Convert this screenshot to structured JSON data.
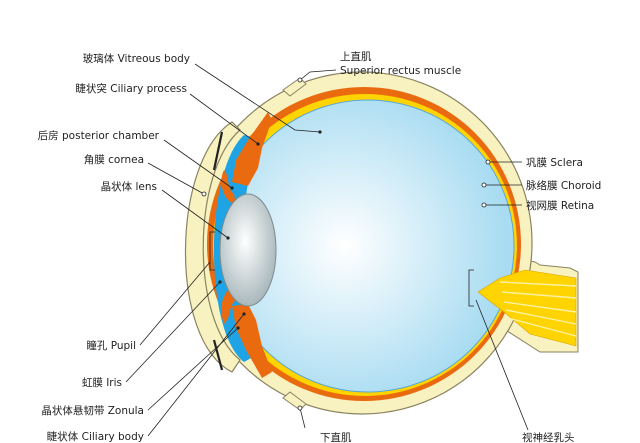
{
  "colors": {
    "sclera": "#f8f1c0",
    "sclera_outline": "#8a8360",
    "choroid": "#ea6a10",
    "retina": "#ffd400",
    "vitreous_center": "#ffffff",
    "vitreous_edge": "#a9dcf2",
    "lens_light": "#ffffff",
    "lens_dark": "#9fb0b4",
    "iris": "#ea6a10",
    "nerve": "#ffd400",
    "aqueous": "#1ea4e4"
  },
  "labels": {
    "vitreous": "玻璃体 Vitreous body",
    "ciliary_process": "睫状突 Ciliary process",
    "posterior_chamber": "后房 posterior chamber",
    "cornea": "角膜 cornea",
    "lens": "晶状体 lens",
    "pupil": "瞳孔 Pupil",
    "iris": "虹膜 Iris",
    "zonula": "晶状体悬韧带 Zonula",
    "ciliary_body": "睫状体 Ciliary body",
    "superior_rectus_cn": "上直肌",
    "superior_rectus_en": "Superior rectus muscle",
    "inferior_rectus_cn": "下直肌",
    "sclera": "巩膜 Sclera",
    "choroid": "脉络膜 Choroid",
    "retina": "视网膜 Retina",
    "optic_disc": "视神经乳头"
  }
}
